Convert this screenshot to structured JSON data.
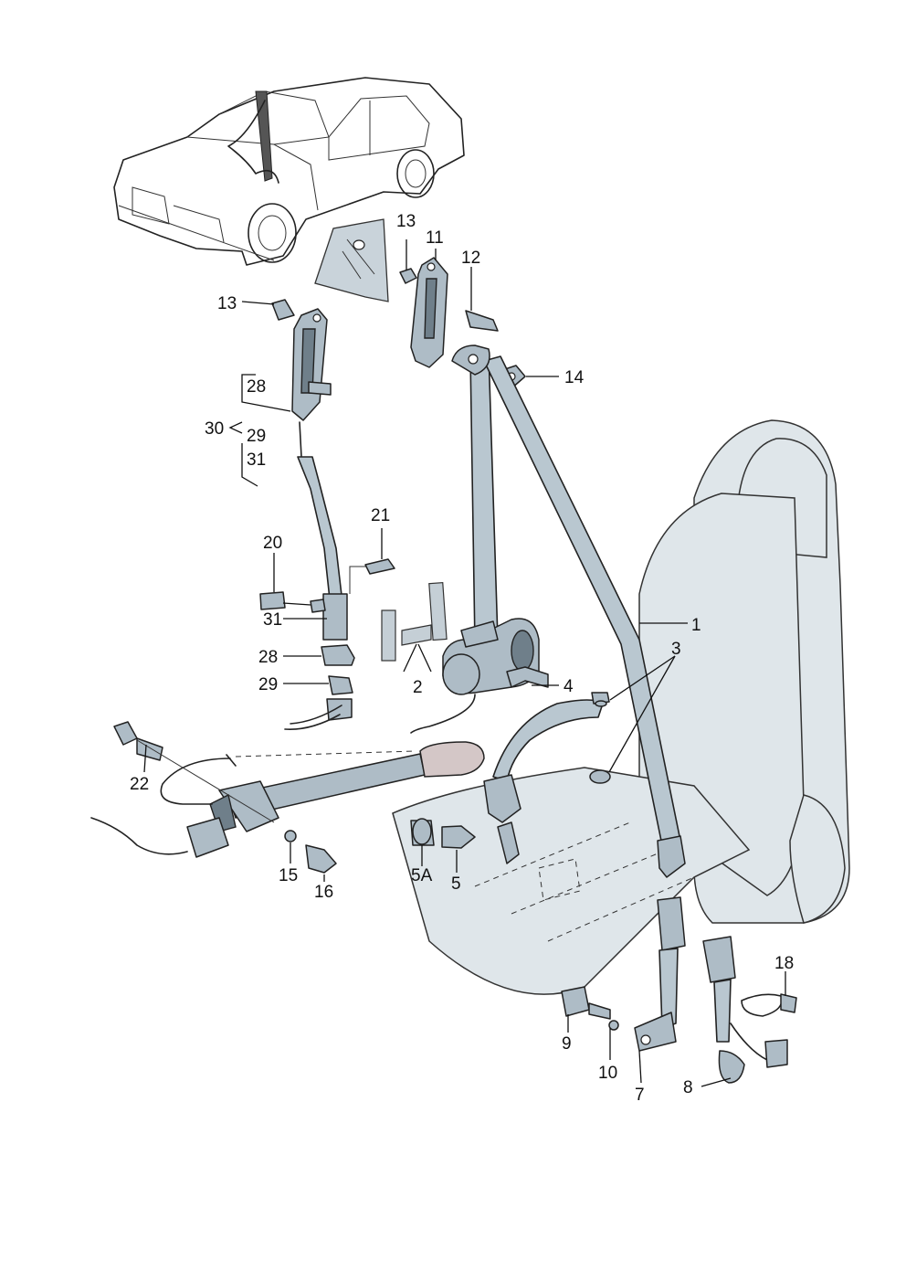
{
  "colors": {
    "part_fill": "#aebcc6",
    "belt_fill": "#b9c7d0",
    "seat_fill": "#dfe6ea",
    "line": "#111111"
  },
  "callouts": {
    "c1": "1",
    "c2": "2",
    "c3": "3",
    "c4": "4",
    "c5": "5",
    "c5a": "5A",
    "c7": "7",
    "c8": "8",
    "c9": "9",
    "c10": "10",
    "c11": "11",
    "c12": "12",
    "c13a": "13",
    "c13b": "13",
    "c14": "14",
    "c15": "15",
    "c16": "16",
    "c18": "18",
    "c20": "20",
    "c21": "21",
    "c22": "22",
    "c28a": "28",
    "c28b": "28",
    "c29a": "29",
    "c29b": "29",
    "c30": "30",
    "c31a": "31",
    "c31b": "31"
  }
}
